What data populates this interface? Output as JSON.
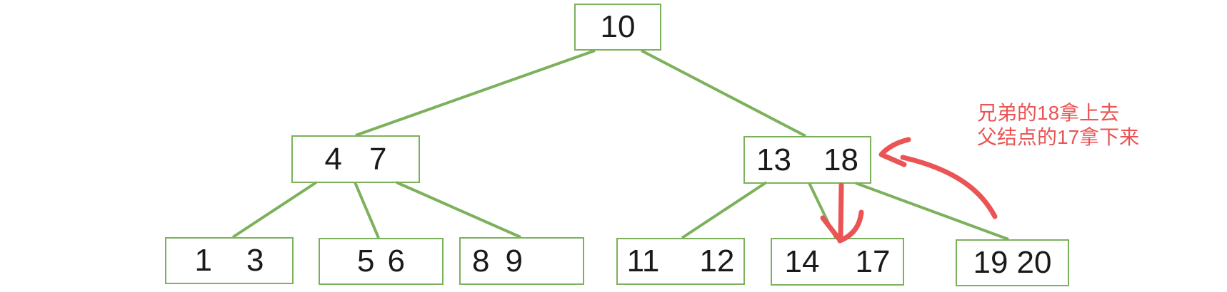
{
  "diagram": {
    "type": "b-tree",
    "background": "#ffffff"
  },
  "colors": {
    "tree_green": "#7cb15c",
    "node_border": "#7cb15c",
    "node_text": "#1a1a1a",
    "annotation_red": "#ea5454"
  },
  "nodes": [
    {
      "id": "node-10",
      "level": 1,
      "keys": [
        "10"
      ]
    },
    {
      "id": "node-4-7",
      "level": 2,
      "keys": [
        "4",
        "7"
      ]
    },
    {
      "id": "node-13-18",
      "level": 2,
      "keys": [
        "13",
        "18"
      ]
    },
    {
      "id": "node-1-3",
      "level": 3,
      "keys": [
        "1",
        "3"
      ]
    },
    {
      "id": "node-5-6",
      "level": 3,
      "keys": [
        "5",
        "6"
      ]
    },
    {
      "id": "node-8-9",
      "level": 3,
      "keys": [
        "8",
        "9"
      ]
    },
    {
      "id": "node-11-12",
      "level": 3,
      "keys": [
        "11",
        "12"
      ]
    },
    {
      "id": "node-14-17",
      "level": 3,
      "keys": [
        "14",
        "17"
      ]
    },
    {
      "id": "node-19-20",
      "level": 3,
      "keys": [
        "19",
        "20"
      ]
    }
  ],
  "edges": [
    {
      "from": "10",
      "to": "4 7"
    },
    {
      "from": "10",
      "to": "13 18"
    },
    {
      "from": "4 7",
      "to": "1 3"
    },
    {
      "from": "4 7",
      "to": "5 6"
    },
    {
      "from": "4 7",
      "to": "8 9"
    },
    {
      "from": "13 18",
      "to": "11 12"
    },
    {
      "from": "13 18",
      "to": "14 17"
    },
    {
      "from": "13 18",
      "to": "19 20"
    }
  ],
  "annotation": {
    "line1": "兄弟的18拿上去",
    "line2": "父结点的17拿下来",
    "curved_arrow_points_to": "node-13-18",
    "down_arrow_points_to": "node-14-17"
  }
}
